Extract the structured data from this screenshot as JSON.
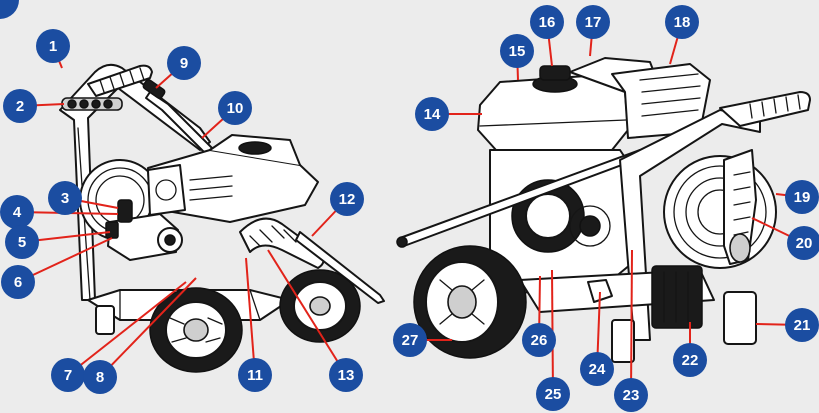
{
  "colors": {
    "background": "#ececec",
    "badge": "#1b4da1",
    "leader": "#e2231a",
    "ink": "#151515"
  },
  "callouts": [
    {
      "label": "1"
    },
    {
      "label": "2"
    },
    {
      "label": "3"
    },
    {
      "label": "4"
    },
    {
      "label": "5"
    },
    {
      "label": "6"
    },
    {
      "label": "7"
    },
    {
      "label": "8"
    },
    {
      "label": "9"
    },
    {
      "label": "10"
    },
    {
      "label": "11"
    },
    {
      "label": "12"
    },
    {
      "label": "13"
    },
    {
      "label": "14"
    },
    {
      "label": "15"
    },
    {
      "label": "16"
    },
    {
      "label": "17"
    },
    {
      "label": "18"
    },
    {
      "label": "19"
    },
    {
      "label": "20"
    },
    {
      "label": "21"
    },
    {
      "label": "22"
    },
    {
      "label": "23"
    },
    {
      "label": "24"
    },
    {
      "label": "25"
    },
    {
      "label": "26"
    },
    {
      "label": "27"
    }
  ]
}
